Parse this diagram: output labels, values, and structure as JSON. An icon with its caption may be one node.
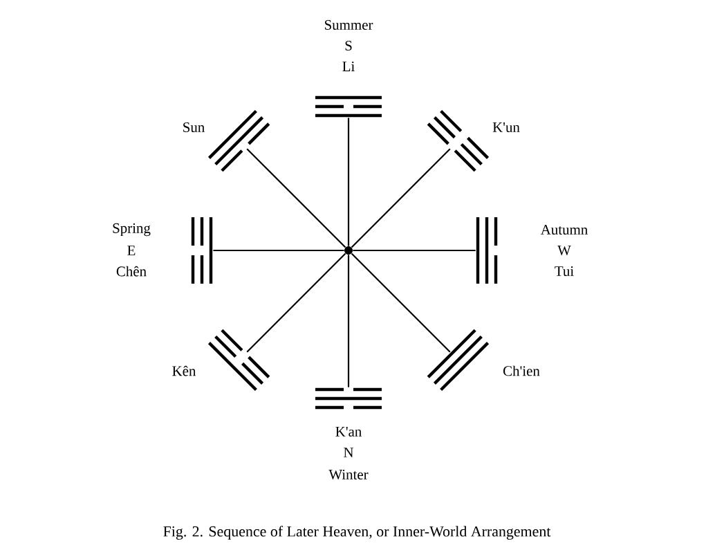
{
  "diagram": {
    "caption": "Fig. 2. Sequence of Later Heaven, or Inner-World Arrangement",
    "nodes": [
      {
        "text": [
          "Summer",
          "S",
          "Li"
        ]
      },
      {
        "text": [
          "Sun"
        ]
      },
      {
        "text": [
          "K'un"
        ]
      },
      {
        "text": [
          "Spring",
          "E",
          "Chên"
        ]
      },
      {
        "text": [
          "Autumn",
          "W",
          "Tui"
        ]
      },
      {
        "text": [
          "Kên"
        ]
      },
      {
        "text": [
          "Ch'ien"
        ]
      },
      {
        "text": [
          "K'an",
          "N",
          "Winter"
        ]
      },
      {
        "text": [],
        "shape": "circle"
      }
    ],
    "edges": [
      {
        "from": 8,
        "to": 0,
        "arrow": "none"
      },
      {
        "from": 8,
        "to": 1,
        "arrow": "none"
      },
      {
        "from": 8,
        "to": 2,
        "arrow": "none"
      },
      {
        "from": 8,
        "to": 3,
        "arrow": "none"
      },
      {
        "from": 8,
        "to": 4,
        "arrow": "none"
      },
      {
        "from": 8,
        "to": 5,
        "arrow": "none"
      },
      {
        "from": 8,
        "to": 6,
        "arrow": "none"
      },
      {
        "from": 8,
        "to": 7,
        "arrow": "none"
      }
    ]
  }
}
